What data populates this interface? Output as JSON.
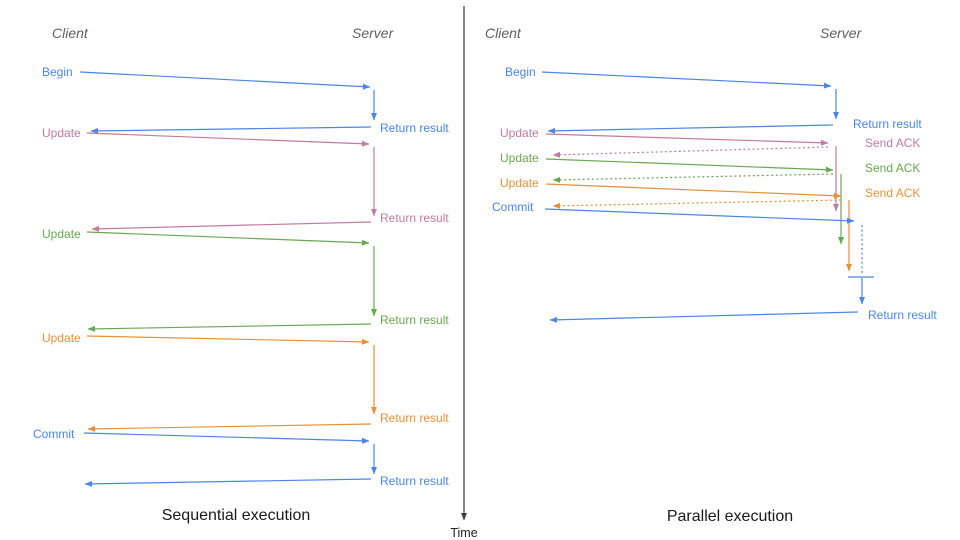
{
  "colors": {
    "blue": "#4a86e8",
    "pink": "#c27ba0",
    "green": "#6aa84f",
    "orange": "#e69138",
    "header_gray": "#616161",
    "axis_gray": "#3d3d3d"
  },
  "time_axis": {
    "label": "Time"
  },
  "left_panel": {
    "title": "Sequential execution",
    "client": "Client",
    "server": "Server",
    "ops": [
      {
        "label": "Begin",
        "result": "Return result"
      },
      {
        "label": "Update",
        "result": "Return result"
      },
      {
        "label": "Update",
        "result": "Return result"
      },
      {
        "label": "Update",
        "result": "Return result"
      },
      {
        "label": "Commit",
        "result": "Return result"
      }
    ]
  },
  "right_panel": {
    "title": "Parallel execution",
    "client": "Client",
    "server": "Server",
    "ops": [
      {
        "label": "Begin",
        "result": "Return result"
      },
      {
        "label": "Update",
        "ack": "Send ACK"
      },
      {
        "label": "Update",
        "ack": "Send ACK"
      },
      {
        "label": "Update",
        "ack": "Send ACK"
      },
      {
        "label": "Commit",
        "result": "Return result"
      }
    ]
  }
}
